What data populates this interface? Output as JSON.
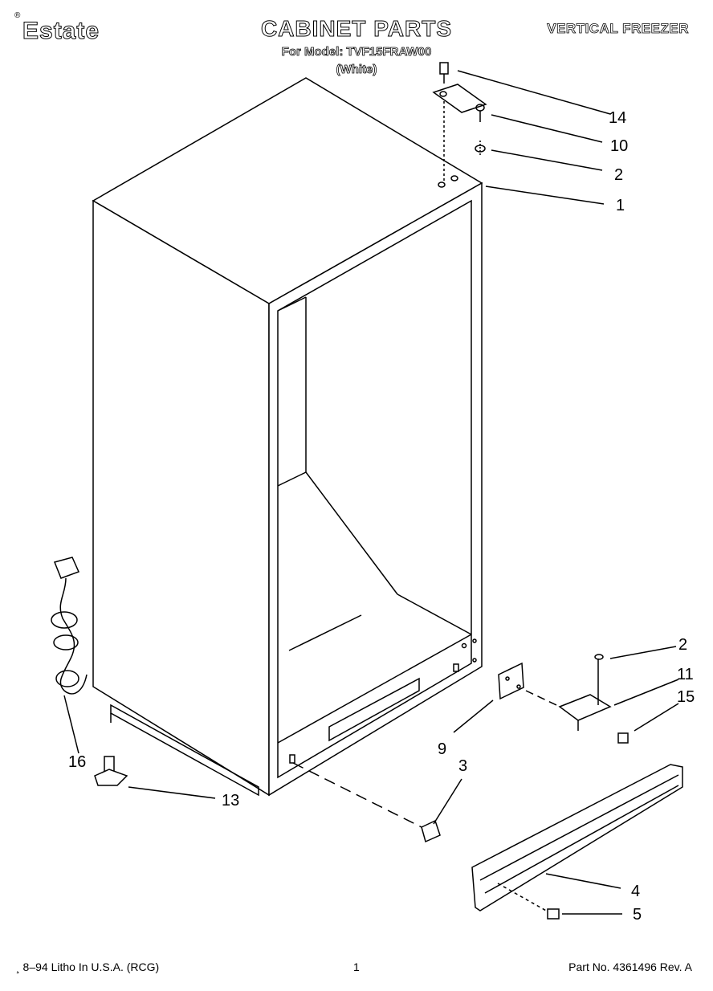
{
  "header": {
    "brand": "Estate",
    "brand_mark": "®",
    "title": "CABINET PARTS",
    "model_line": "For Model: TVF15FRAW00",
    "color_line": "(White)",
    "product": "VERTICAL FREEZER"
  },
  "callouts": [
    "14",
    "10",
    "2",
    "1",
    "2",
    "11",
    "15",
    "9",
    "3",
    "16",
    "13",
    "4",
    "5"
  ],
  "footer": {
    "left": "¸ 8–94 Litho In U.S.A. (RCG)",
    "page": "1",
    "right": "Part No. 4361496 Rev. A"
  }
}
